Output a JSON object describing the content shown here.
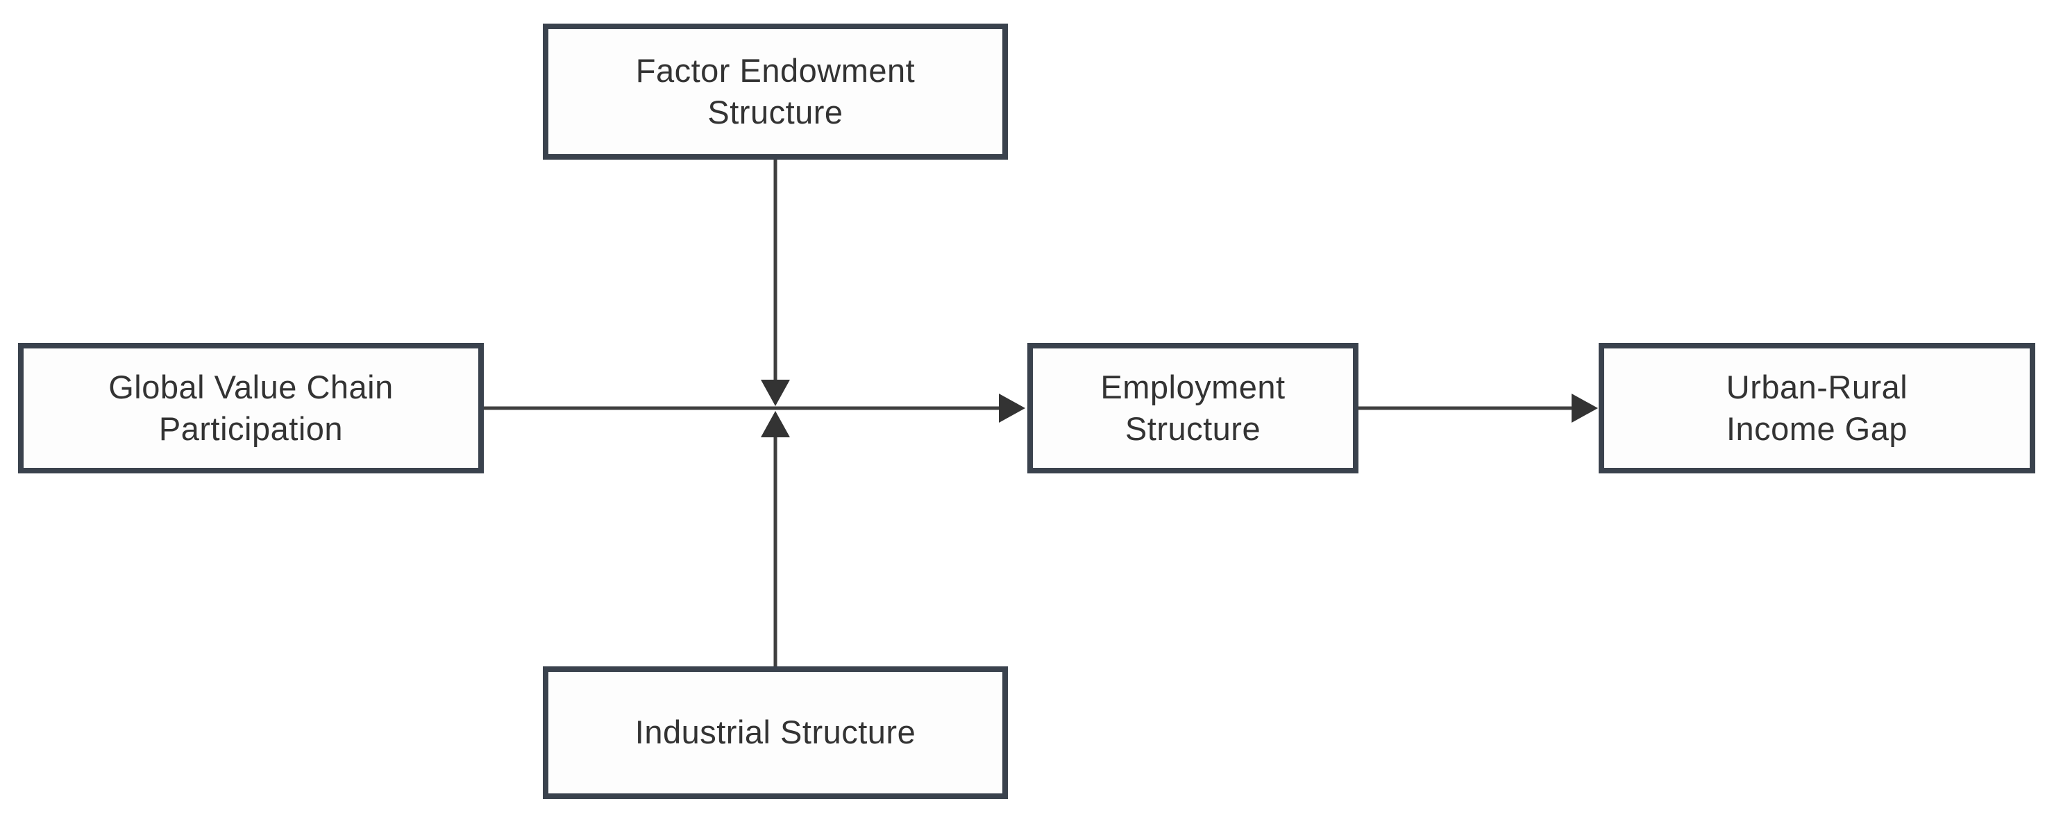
{
  "diagram": {
    "title": "Global Value Chain Participation and Urban-Rural Income Gap mechanism diagram",
    "background_color": "#ffffff",
    "box_border_color": "#3A424D",
    "arrow_color": "#3F3F3F",
    "text_color": "#333333",
    "nodes": {
      "factor": {
        "label": "Factor Endowment\nStructure"
      },
      "gvc": {
        "label": "Global Value Chain\nParticipation"
      },
      "employment": {
        "label": "Employment\nStructure"
      },
      "gap": {
        "label": "Urban-Rural\nIncome Gap"
      },
      "industrial": {
        "label": "Industrial Structure"
      }
    },
    "edges": [
      {
        "from": "Factor Endowment Structure",
        "to": "main path junction",
        "direction": "down",
        "arrowhead": "filled-triangle"
      },
      {
        "from": "Industrial Structure",
        "to": "main path junction",
        "direction": "up",
        "arrowhead": "filled-triangle"
      },
      {
        "from": "Global Value Chain Participation",
        "to": "Employment Structure",
        "direction": "right",
        "arrowhead": "filled-triangle"
      },
      {
        "from": "Employment Structure",
        "to": "Urban-Rural Income Gap",
        "direction": "right",
        "arrowhead": "filled-triangle"
      }
    ]
  }
}
